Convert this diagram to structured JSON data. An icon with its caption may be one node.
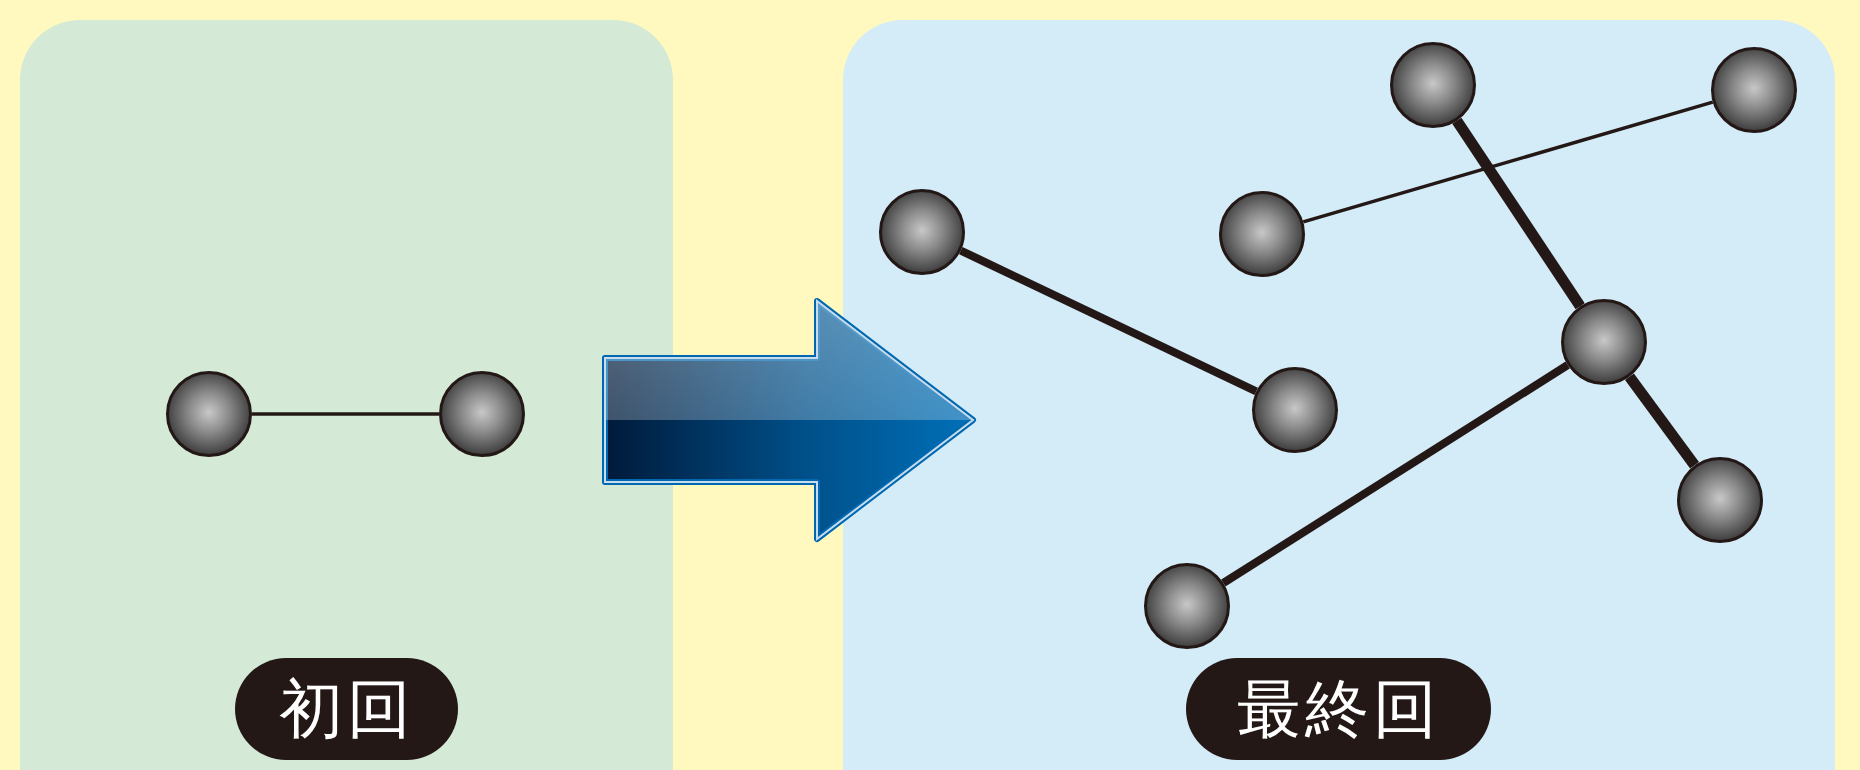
{
  "diagram": {
    "nodes": [
      {
        "text": [
          "初回"
        ]
      },
      {
        "text": [],
        "shape": "circle",
        "in": 0
      },
      {
        "text": [],
        "shape": "circle",
        "in": 0
      },
      {
        "text": [
          "最終回"
        ]
      },
      {
        "text": [],
        "shape": "circle",
        "in": 3
      },
      {
        "text": [],
        "shape": "circle",
        "in": 3
      },
      {
        "text": [],
        "shape": "circle",
        "in": 3
      },
      {
        "text": [],
        "shape": "circle",
        "in": 3
      },
      {
        "text": [],
        "shape": "circle",
        "in": 3
      },
      {
        "text": [],
        "shape": "circle",
        "in": 3
      },
      {
        "text": [],
        "shape": "circle",
        "in": 3
      },
      {
        "text": [],
        "shape": "circle",
        "in": 3
      }
    ],
    "edges": [
      {
        "from": 0,
        "to": 3,
        "arrow": "to",
        "style": "thick",
        "color": "#0068b0"
      },
      {
        "from": 1,
        "to": 2,
        "arrow": "none"
      },
      {
        "from": 4,
        "to": 5,
        "arrow": "none"
      },
      {
        "from": 6,
        "to": 8,
        "arrow": "none"
      },
      {
        "from": 7,
        "to": 9,
        "arrow": "none"
      },
      {
        "from": 9,
        "to": 10,
        "arrow": "none"
      },
      {
        "from": 9,
        "to": 11,
        "arrow": "none"
      }
    ]
  }
}
